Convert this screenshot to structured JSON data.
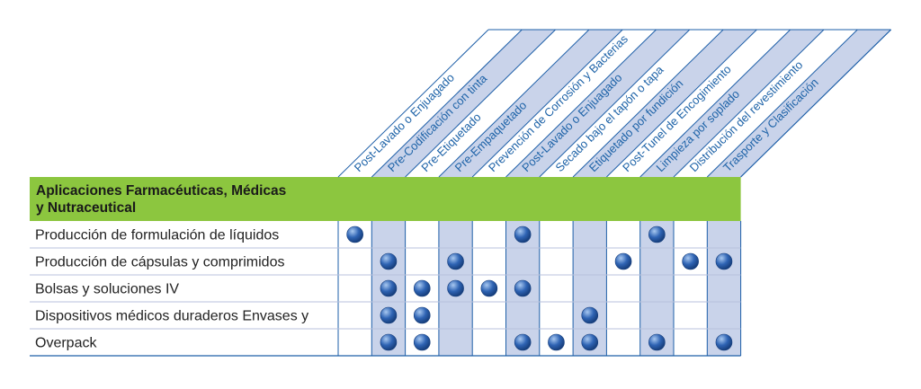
{
  "header": {
    "title_line1": "Aplicaciones Farmacéuticas, Médicas",
    "title_line2": "y Nutraceutical"
  },
  "columns": [
    "Post-Lavado o Enjuagado",
    "Pre-Codificación con tinta",
    "Pre-Etiquetado",
    "Pre-Empaquetado",
    "Prevención de Corrosión y Bacterias",
    "Post-Lavado o Enjuagado",
    "Secado bajo el tapón o tapa",
    "Etiquetado por fundición",
    "Post-Tunel de Encogimiento",
    "Limpieza por soplado",
    "Distribución del revestimiento",
    "Trasporte y Clasificación"
  ],
  "rows": [
    {
      "label": "Producción de formulación de líquidos",
      "marks": [
        1,
        0,
        0,
        0,
        0,
        1,
        0,
        0,
        0,
        1,
        0,
        0
      ]
    },
    {
      "label": "Producción de cápsulas y comprimidos",
      "marks": [
        0,
        1,
        0,
        1,
        0,
        0,
        0,
        0,
        1,
        0,
        1,
        1
      ]
    },
    {
      "label": "Bolsas y soluciones IV",
      "marks": [
        0,
        1,
        1,
        1,
        1,
        1,
        0,
        0,
        0,
        0,
        0,
        0
      ]
    },
    {
      "label": "Dispositivos médicos duraderos Envases y",
      "marks": [
        0,
        1,
        1,
        0,
        0,
        0,
        0,
        1,
        0,
        0,
        0,
        0
      ]
    },
    {
      "label": "Overpack",
      "marks": [
        0,
        1,
        1,
        0,
        0,
        1,
        1,
        1,
        0,
        1,
        0,
        1
      ]
    }
  ],
  "colors": {
    "header_green": "#8cc63f",
    "shade_blue": "#c9d3ea",
    "line_blue": "#1e5fa8",
    "row_divider": "#b8c2dc",
    "dot_main": "#2f64b4",
    "dot_light": "#a8c8f0",
    "dot_dark": "#173f7d"
  }
}
